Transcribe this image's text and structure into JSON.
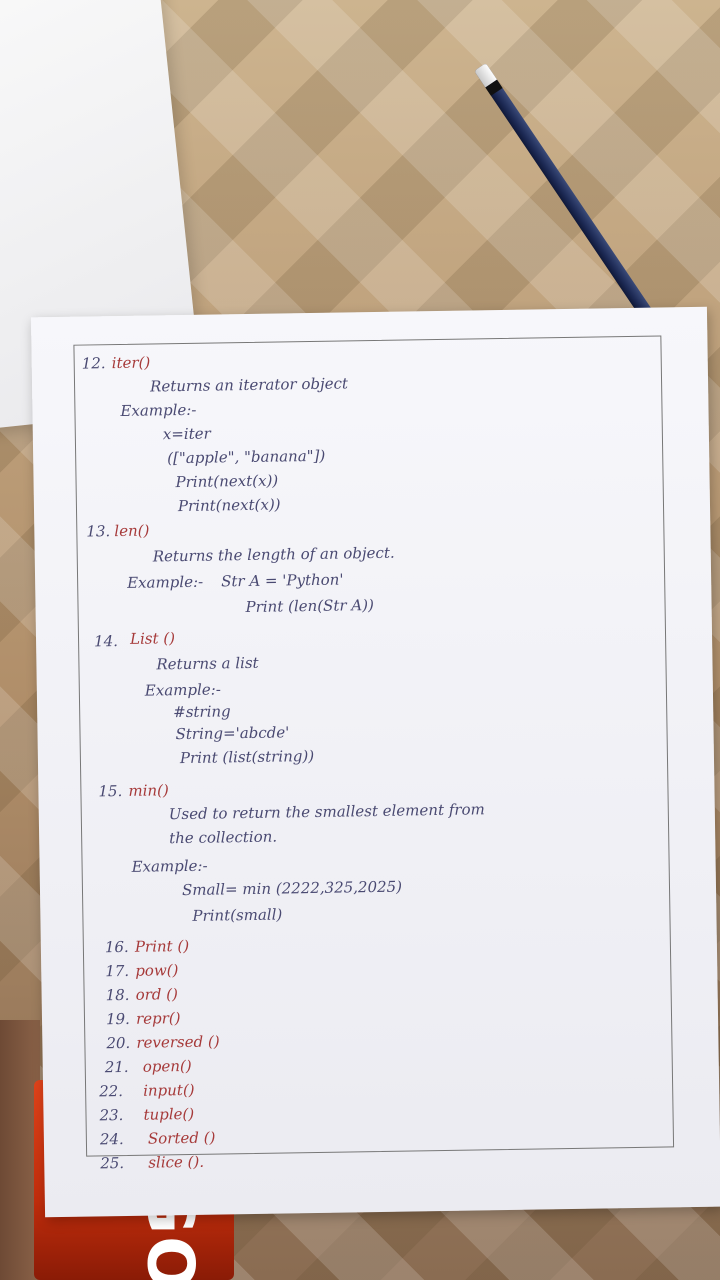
{
  "sections": [
    {
      "number": "12.",
      "func": "iter()",
      "desc": [
        "Returns an iterator object"
      ],
      "example_label": "Example:-",
      "code": [
        "x=iter",
        "([\"apple\", \"banana\"])",
        "Print(next(x))",
        "Print(next(x))"
      ]
    },
    {
      "number": "13.",
      "func": "len()",
      "desc": [
        "Returns the length of an object."
      ],
      "example_label": "Example:-",
      "code": [
        "Str A = 'Python'",
        "Print (len(Str A))"
      ]
    },
    {
      "number": "14.",
      "func": "List ()",
      "desc": [
        "Returns a list"
      ],
      "example_label": "Example:-",
      "code": [
        "#string",
        "String='abcde'",
        "Print (list(string))"
      ]
    },
    {
      "number": "15.",
      "func": "min()",
      "desc": [
        "Used to return the smallest element from",
        "the collection."
      ],
      "example_label": "Example:-",
      "code": [
        "Small= min (2222,325,2025)",
        "Print(small)"
      ]
    }
  ],
  "list_items": [
    {
      "number": "16.",
      "func": "Print ()"
    },
    {
      "number": "17.",
      "func": "pow()"
    },
    {
      "number": "18.",
      "func": "ord ()"
    },
    {
      "number": "19.",
      "func": "repr()"
    },
    {
      "number": "20.",
      "func": "reversed ()"
    },
    {
      "number": "21.",
      "func": "open()"
    },
    {
      "number": "22.",
      "func": "input()"
    },
    {
      "number": "23.",
      "func": "tuple()"
    },
    {
      "number": "24.",
      "func": "Sorted ()"
    },
    {
      "number": "25.",
      "func": "slice ()."
    }
  ],
  "colors": {
    "ink_blue": "#4a4a72",
    "ink_red": "#a63a3a",
    "paper": "#f3f3f7"
  }
}
